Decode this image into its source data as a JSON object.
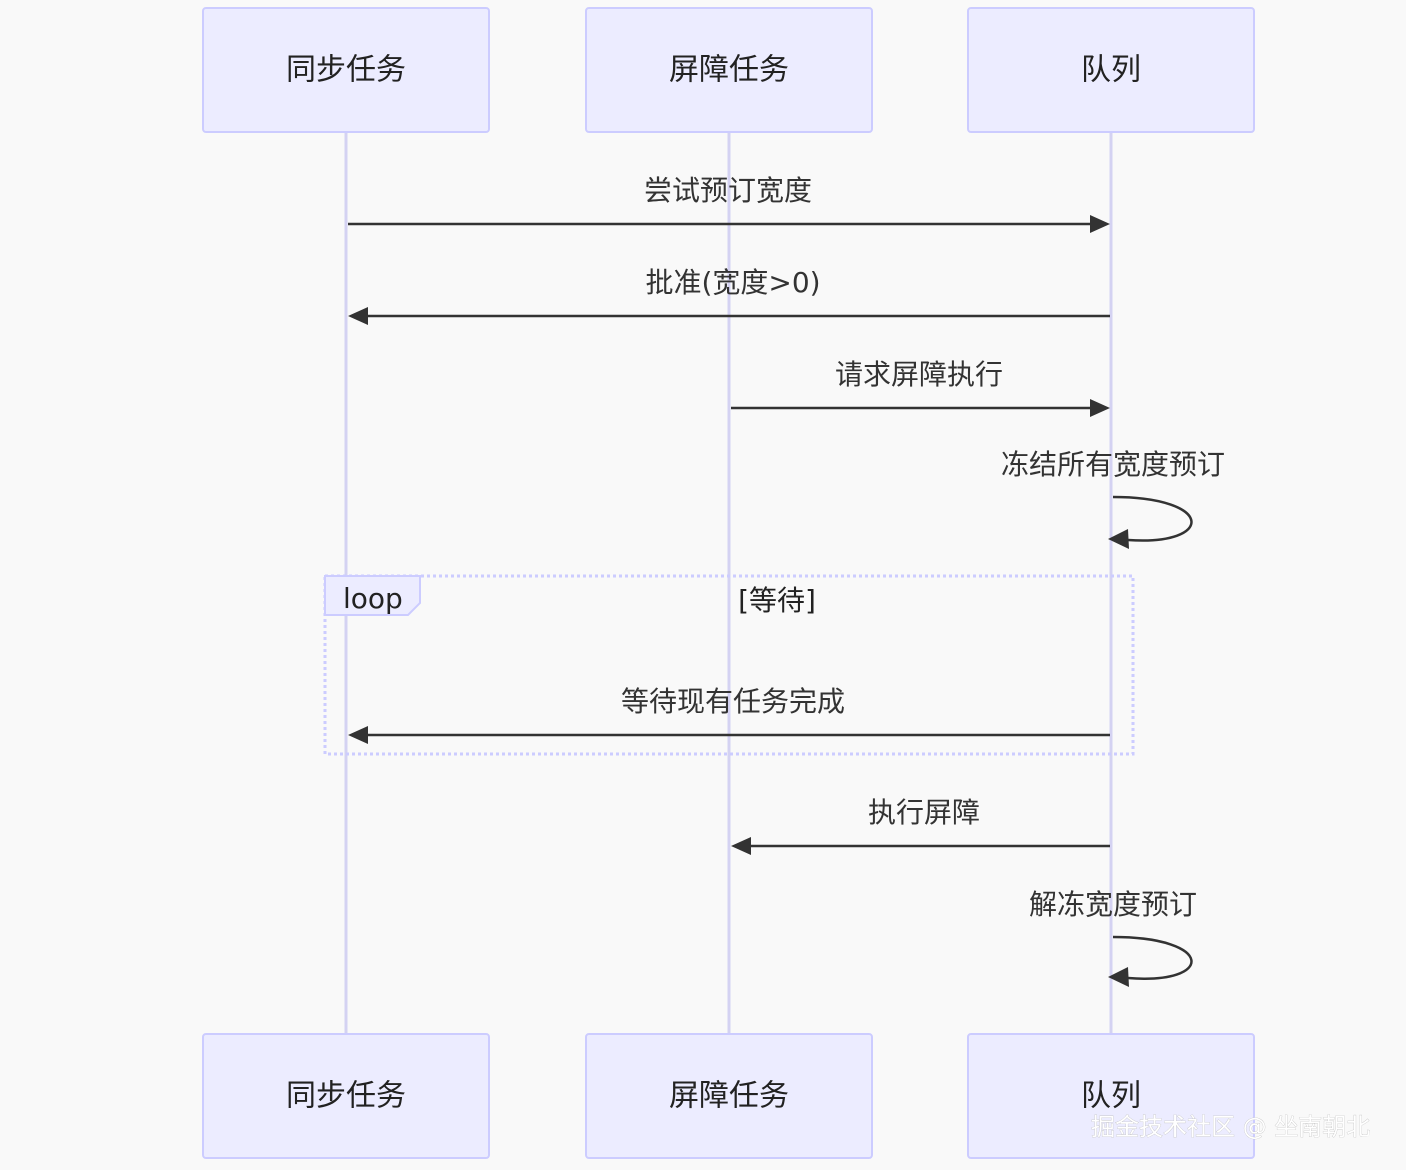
{
  "actors": {
    "sync_task": "同步任务",
    "barrier_task": "屏障任务",
    "queue": "队列"
  },
  "messages": [
    {
      "from": "sync_task",
      "to": "queue",
      "text": "尝试预订宽度"
    },
    {
      "from": "queue",
      "to": "sync_task",
      "text": "批准(宽度>0)"
    },
    {
      "from": "barrier_task",
      "to": "queue",
      "text": "请求屏障执行"
    },
    {
      "from": "queue",
      "to": "queue",
      "text": "冻结所有宽度预订"
    },
    {
      "from": "queue",
      "to": "sync_task",
      "text": "等待现有任务完成"
    },
    {
      "from": "queue",
      "to": "barrier_task",
      "text": "执行屏障"
    },
    {
      "from": "queue",
      "to": "queue",
      "text": "解冻宽度预订"
    }
  ],
  "loop": {
    "keyword": "loop",
    "condition": "[等待]"
  },
  "watermark": "掘金技术社区 @ 坐南朝北",
  "colors": {
    "actor_fill": "#ECECFF",
    "actor_border": "#CCCCFF",
    "lifeline": "#D4D2F2",
    "arrow": "#333333"
  }
}
